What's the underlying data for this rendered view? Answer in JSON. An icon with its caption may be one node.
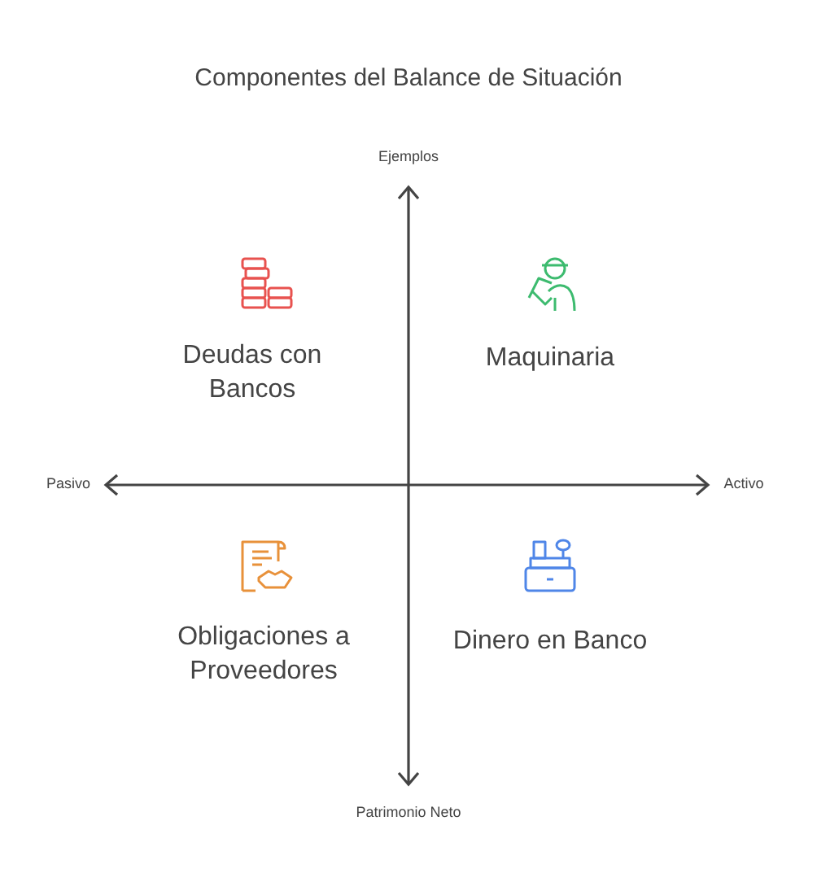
{
  "diagram": {
    "title": "Componentes del Balance de Situación",
    "labels": [
      "Ejemplos",
      "Pasivo",
      "Activo",
      "Patrimonio Neto",
      "Deudas con Bancos",
      "Maquinaria",
      "Obligaciones a Proveedores",
      "Dinero en Banco"
    ]
  }
}
